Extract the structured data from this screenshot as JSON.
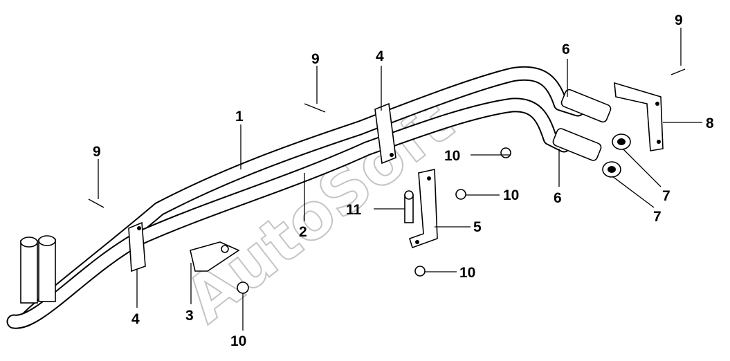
{
  "watermark": "AutoSoft",
  "callouts": [
    {
      "id": "c1a",
      "text": "1"
    },
    {
      "id": "c2a",
      "text": "2"
    },
    {
      "id": "c3a",
      "text": "3"
    },
    {
      "id": "c4a",
      "text": "4"
    },
    {
      "id": "c4b",
      "text": "4"
    },
    {
      "id": "c5a",
      "text": "5"
    },
    {
      "id": "c6a",
      "text": "6"
    },
    {
      "id": "c6b",
      "text": "6"
    },
    {
      "id": "c7a",
      "text": "7"
    },
    {
      "id": "c7b",
      "text": "7"
    },
    {
      "id": "c8a",
      "text": "8"
    },
    {
      "id": "c9a",
      "text": "9"
    },
    {
      "id": "c9b",
      "text": "9"
    },
    {
      "id": "c9c",
      "text": "9"
    },
    {
      "id": "c10a",
      "text": "10"
    },
    {
      "id": "c10b",
      "text": "10"
    },
    {
      "id": "c10c",
      "text": "10"
    },
    {
      "id": "c10d",
      "text": "10"
    },
    {
      "id": "c11a",
      "text": "11"
    }
  ]
}
